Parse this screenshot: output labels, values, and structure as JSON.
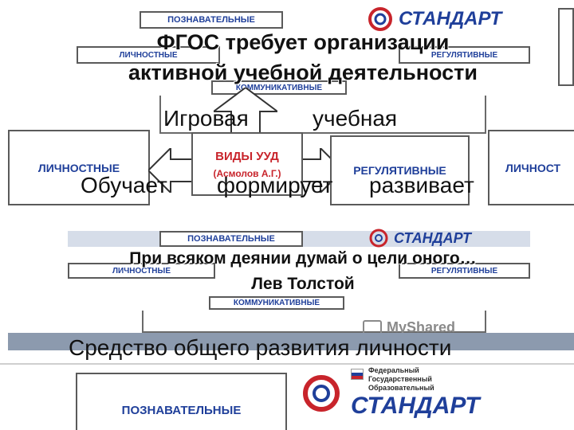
{
  "heading": {
    "line1": "ФГОС требует организации",
    "line2": "активной учебной деятельности"
  },
  "words": {
    "left_top": "Игровая",
    "right_top": "учебная",
    "obuchaet": "Обучает",
    "formiruet": "формирует",
    "razvivaet": "развивает"
  },
  "diagram": {
    "center_title": "ВИДЫ УУД",
    "center_sub": "(Асмолов А.Г.)",
    "left": "ЛИЧНОСТНЫЕ",
    "right": "РЕГУЛЯТИВНЫЕ",
    "far_right": "ЛИЧНОСТ",
    "top": "ПОЗНАВАТЕЛЬНЫЕ",
    "bottom": "КОММУНИКАТИВНЫЕ",
    "top_small_left": "ЛИЧНОСТНЫЕ",
    "top_small_right": "РЕГУЛЯТИВНЫЕ"
  },
  "quote": {
    "text": "При всяком деянии думай о цели оного…",
    "author": "Лев Толстой"
  },
  "bottom_text": "Средство общего развития личности",
  "watermark": "MyShared",
  "logo": {
    "line1": "Федеральный",
    "line2": "Государственный",
    "line3": "Образовательный",
    "brand": "СТАНДАРТ"
  },
  "bottom_box": "ПОЗНАВАТЕЛЬНЫЕ",
  "colors": {
    "blue": "#1f3f9a",
    "red": "#c8242b",
    "banner": "#d6dde9"
  }
}
